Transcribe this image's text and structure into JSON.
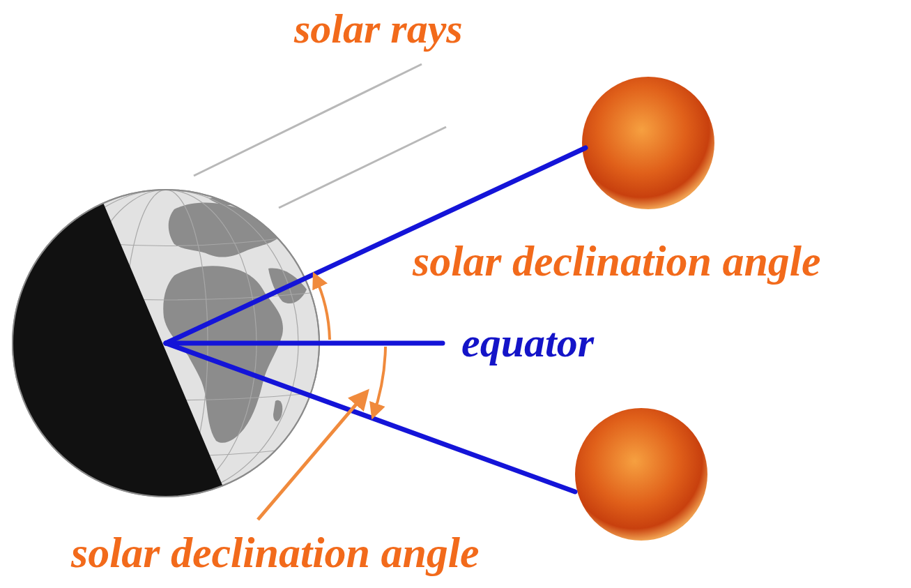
{
  "diagram": {
    "labels": [
      "solar rays",
      "solar declination angle",
      "equator",
      "solar declination angle"
    ]
  }
}
